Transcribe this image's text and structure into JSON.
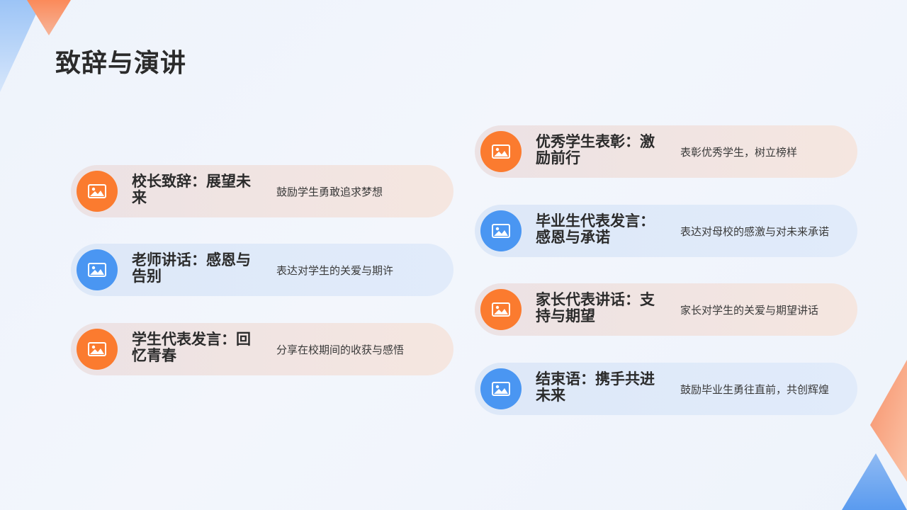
{
  "title": "致辞与演讲",
  "left_items": [
    {
      "title": "校长致辞：展望未来",
      "desc": "鼓励学生勇敢追求梦想",
      "accent": "#fb7b2f",
      "icon": "image-icon"
    },
    {
      "title": "老师讲话：感恩与告别",
      "desc": "表达对学生的关爱与期许",
      "accent": "#4a96f2",
      "icon": "image-icon"
    },
    {
      "title": "学生代表发言：回忆青春",
      "desc": "分享在校期间的收获与感悟",
      "accent": "#fb7b2f",
      "icon": "image-icon"
    }
  ],
  "right_items": [
    {
      "title": "优秀学生表彰：激励前行",
      "desc": "表彰优秀学生，树立榜样",
      "accent": "#fb7b2f",
      "icon": "image-icon"
    },
    {
      "title": "毕业生代表发言：感恩与承诺",
      "desc": "表达对母校的感激与对未来承诺",
      "accent": "#4a96f2",
      "icon": "image-icon"
    },
    {
      "title": "家长代表讲话：支持与期望",
      "desc": "家长对学生的关爱与期望讲话",
      "accent": "#fb7b2f",
      "icon": "image-icon"
    },
    {
      "title": "结束语：携手共进未来",
      "desc": "鼓励毕业生勇往直前，共创辉煌",
      "accent": "#4a96f2",
      "icon": "image-icon"
    }
  ],
  "colors": {
    "orange": "#fb7b2f",
    "blue": "#4a96f2"
  }
}
